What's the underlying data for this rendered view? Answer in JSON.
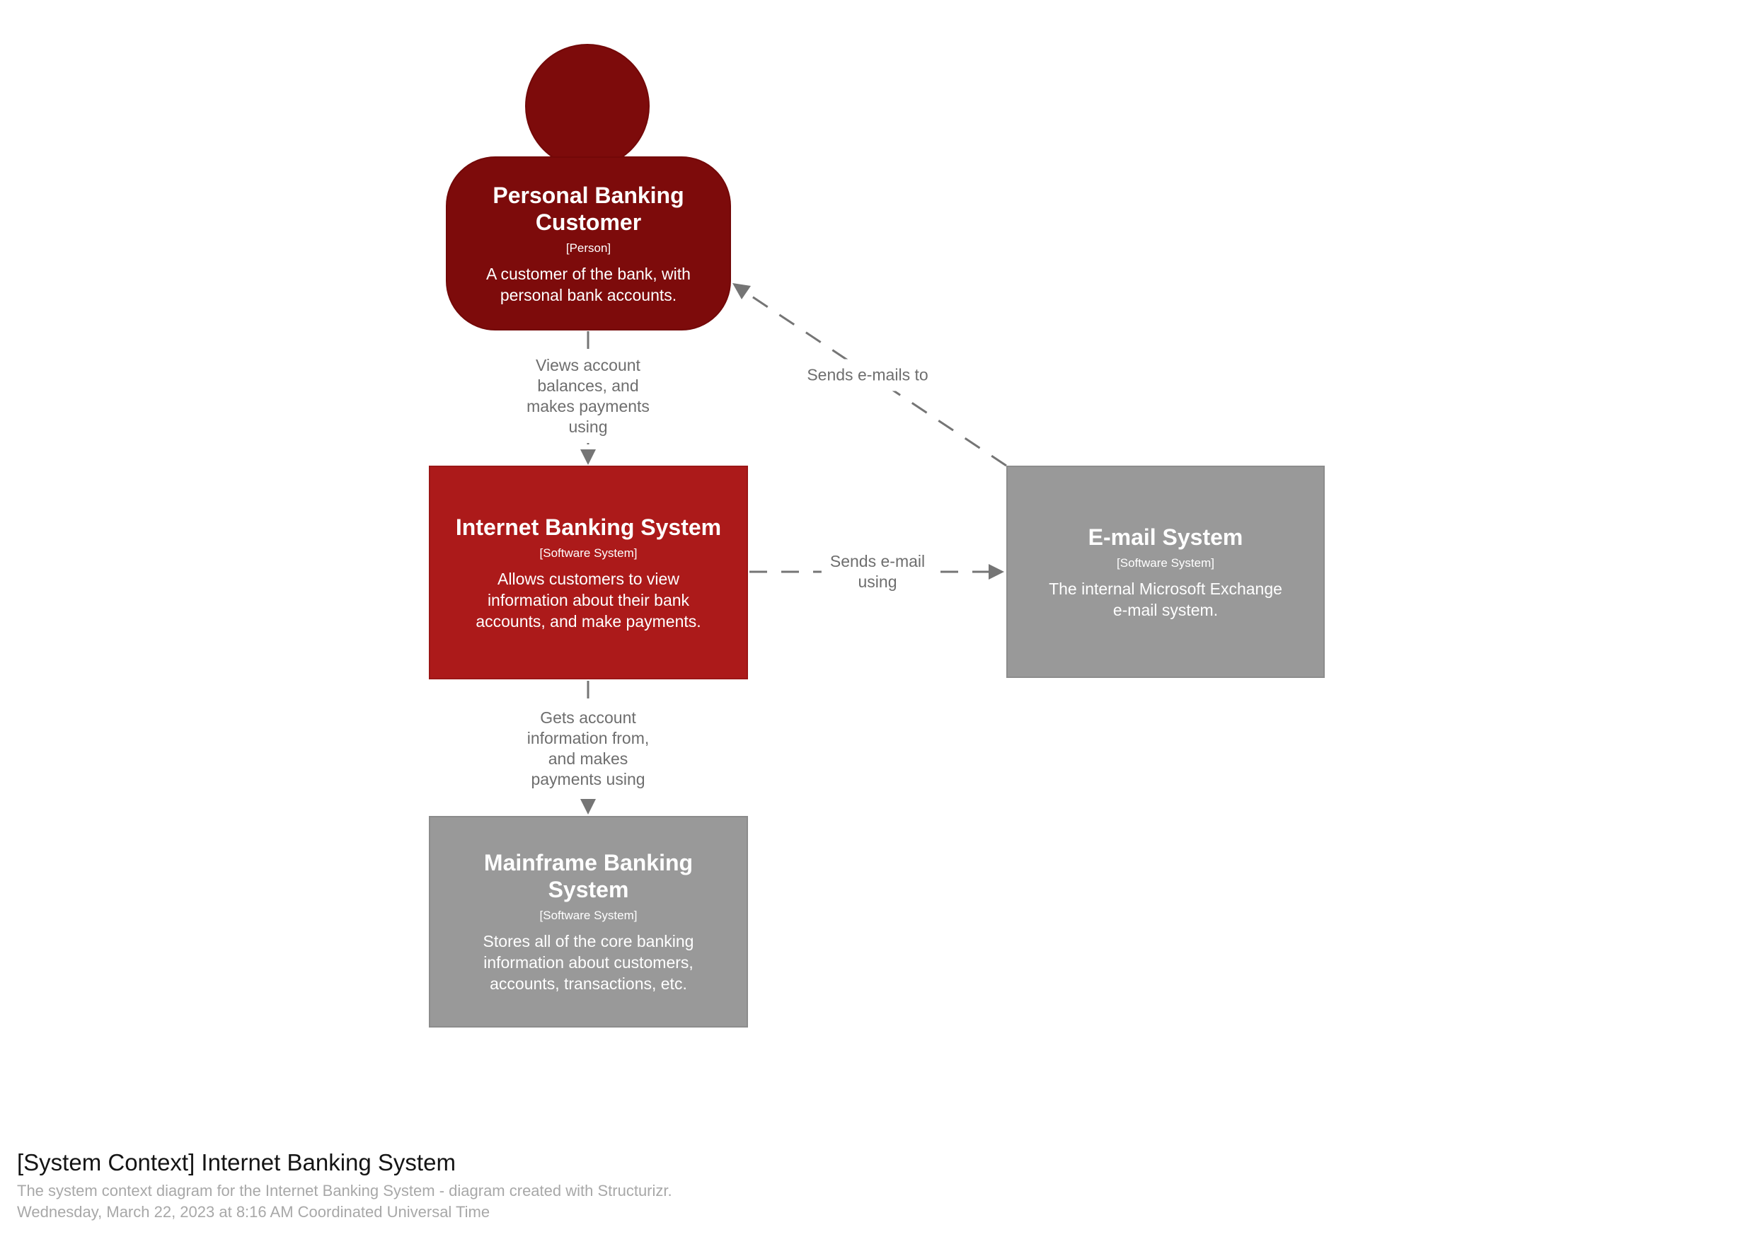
{
  "diagram": {
    "title": "[System Context] Internet Banking System",
    "description": "The system context diagram for the Internet Banking System - diagram created with Structurizr.",
    "timestamp": "Wednesday, March 22, 2023 at 8:16 AM Coordinated Universal Time"
  },
  "colors": {
    "person_fill": "#7d0b0b",
    "software_system_fill": "#ac1a1a",
    "external_system_fill": "#999999",
    "relationship_line": "#757575",
    "relationship_text": "#6e6e6e"
  },
  "nodes": {
    "person": {
      "name": [
        "Personal Banking",
        "Customer"
      ],
      "type": "[Person]",
      "description": [
        "A customer of the bank, with",
        "personal bank accounts."
      ]
    },
    "internet_banking_system": {
      "name": "Internet Banking System",
      "type": "[Software System]",
      "description": [
        "Allows customers to view",
        "information about their bank",
        "accounts, and make payments."
      ]
    },
    "email_system": {
      "name": "E-mail System",
      "type": "[Software System]",
      "description": [
        "The internal Microsoft Exchange",
        "e-mail system."
      ]
    },
    "mainframe_banking_system": {
      "name": [
        "Mainframe Banking",
        "System"
      ],
      "type": "[Software System]",
      "description": [
        "Stores all of the core banking",
        "information about customers,",
        "accounts, transactions, etc."
      ]
    }
  },
  "relationships": {
    "customer_to_ibs": {
      "label": [
        "Views account",
        "balances, and",
        "makes payments",
        "using"
      ]
    },
    "email_to_customer": {
      "label": "Sends e-mails to"
    },
    "ibs_to_email": {
      "label": [
        "Sends e-mail",
        "using"
      ]
    },
    "ibs_to_mainframe": {
      "label": [
        "Gets account",
        "information from,",
        "and makes",
        "payments using"
      ]
    }
  }
}
